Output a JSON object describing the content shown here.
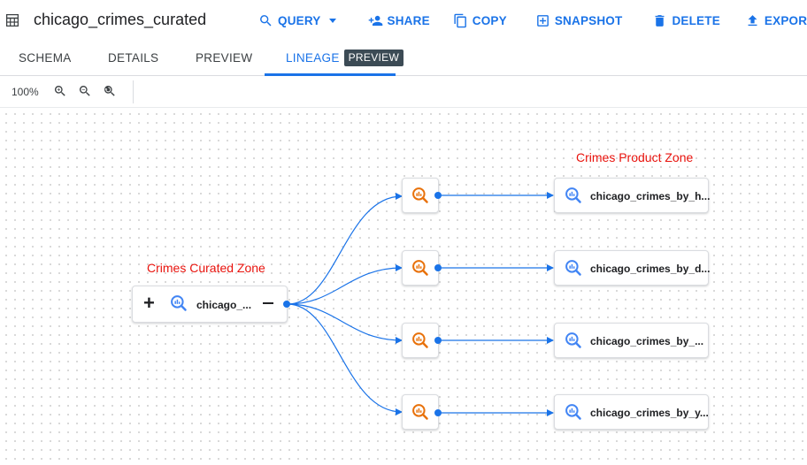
{
  "header": {
    "title": "chicago_crimes_curated",
    "actions": [
      {
        "label": "QUERY",
        "icon": "search-icon",
        "has_dropdown": true
      },
      {
        "label": "SHARE",
        "icon": "person-add-icon",
        "has_dropdown": false
      },
      {
        "label": "COPY",
        "icon": "copy-icon",
        "has_dropdown": false
      },
      {
        "label": "SNAPSHOT",
        "icon": "snapshot-icon",
        "has_dropdown": false
      },
      {
        "label": "DELETE",
        "icon": "trash-icon",
        "has_dropdown": false
      },
      {
        "label": "EXPORT",
        "icon": "export-icon",
        "has_dropdown": true
      }
    ]
  },
  "tabs": [
    {
      "label": "SCHEMA",
      "active": false
    },
    {
      "label": "DETAILS",
      "active": false
    },
    {
      "label": "PREVIEW",
      "active": false
    },
    {
      "label": "LINEAGE",
      "active": true,
      "badge": "PREVIEW"
    }
  ],
  "toolbar": {
    "zoom": "100%"
  },
  "lineage": {
    "zones": {
      "curated": "Crimes Curated Zone",
      "product": "Crimes Product Zone"
    },
    "source_node": {
      "label": "chicago_...",
      "icon": "bigquery-table-icon"
    },
    "process_icon": "bigquery-job-icon",
    "target_nodes": [
      {
        "label": "chicago_crimes_by_h..."
      },
      {
        "label": "chicago_crimes_by_d..."
      },
      {
        "label": "chicago_crimes_by_..."
      },
      {
        "label": "chicago_crimes_by_y..."
      }
    ]
  },
  "colors": {
    "accent": "#1a73e8",
    "zone_label": "#e8120c",
    "process_icon": "#e8710a",
    "badge_bg": "#3c4b55"
  }
}
